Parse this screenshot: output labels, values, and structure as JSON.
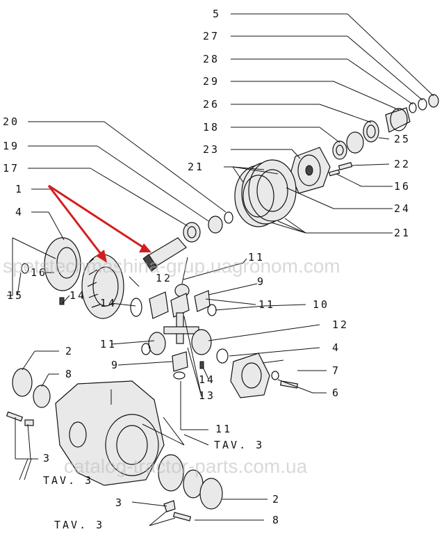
{
  "callouts": {
    "c5": "5",
    "c27": "27",
    "c28": "28",
    "c29": "29",
    "c26": "26",
    "c18": "18",
    "c25": "25",
    "c23": "23",
    "c22": "22",
    "c21a": "21",
    "c16r": "16",
    "c20": "20",
    "c19": "19",
    "c17": "17",
    "c1": "1",
    "c4a": "4",
    "c24": "24",
    "c21b": "21",
    "c11a": "11",
    "c9a": "9",
    "c12a": "12",
    "c16l": "16",
    "c15": "15",
    "c14a": "14",
    "c14b": "14",
    "c11b": "11",
    "c10": "10",
    "c12b": "12",
    "c11c": "11",
    "c9b": "9",
    "c4b": "4",
    "c7": "7",
    "c6": "6",
    "c14c": "14",
    "c13": "13",
    "c2a": "2",
    "c8a": "8",
    "c11d": "11",
    "c3a": "3",
    "c2b": "2",
    "c3b": "3",
    "c8b": "8"
  },
  "tav": {
    "t1": "TAV. 3",
    "t2": "TAV. 3",
    "t3": "TAV. 3"
  },
  "watermarks": {
    "w1": "spetstechmashina-grup.uagronom.com",
    "w2": "catalog-tractor-parts.com.ua"
  },
  "colors": {
    "arrow": "#d21e1e",
    "ink": "#111111",
    "watermark": "#b9b9b9"
  }
}
